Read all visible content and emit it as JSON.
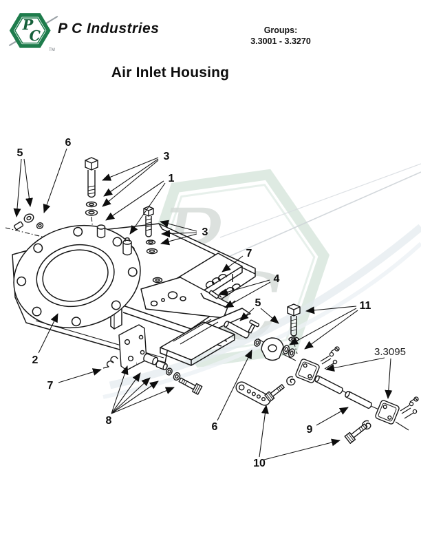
{
  "header": {
    "company": "P C Industries",
    "groups_label": "Groups:",
    "groups_range": "3.3001 - 3.3270",
    "logo": {
      "letter_p": "P",
      "letter_c": "C",
      "tm": "TM"
    }
  },
  "title": "Air Inlet Housing",
  "watermark": {
    "letter_p": "P",
    "letter_c": "C"
  },
  "diagram": {
    "group_ref": "3.3095",
    "callouts": [
      {
        "id": "5-upper-left",
        "label": "5"
      },
      {
        "id": "6-upper-left",
        "label": "6"
      },
      {
        "id": "3-top",
        "label": "3"
      },
      {
        "id": "1",
        "label": "1"
      },
      {
        "id": "3-right",
        "label": "3"
      },
      {
        "id": "7-upper",
        "label": "7"
      },
      {
        "id": "4",
        "label": "4"
      },
      {
        "id": "5-middle",
        "label": "5"
      },
      {
        "id": "11",
        "label": "11"
      },
      {
        "id": "2",
        "label": "2"
      },
      {
        "id": "7-lower",
        "label": "7"
      },
      {
        "id": "8",
        "label": "8"
      },
      {
        "id": "6-lower",
        "label": "6"
      },
      {
        "id": "9",
        "label": "9"
      },
      {
        "id": "10",
        "label": "10"
      }
    ]
  },
  "colors": {
    "line": "#161616",
    "logo_green": "#1e7c4c",
    "watermark_green": "#bdd6c6",
    "watermark_gray": "#d4dad6",
    "swoosh_gray": "#dde5ea"
  }
}
